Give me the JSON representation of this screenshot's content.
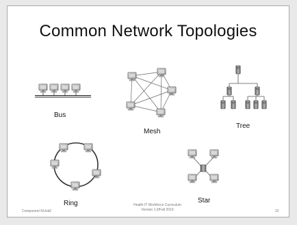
{
  "slide": {
    "title": "Common Network Topologies",
    "labels": {
      "bus": "Bus",
      "mesh": "Mesh",
      "tree": "Tree",
      "ring": "Ring",
      "star": "Star"
    },
    "footer": {
      "left": "Component 6/Unit2",
      "center_line1": "Health IT Workforce Curriculum",
      "center_line2": "Version 1.0/Fall 2010",
      "page_number": "22"
    }
  }
}
